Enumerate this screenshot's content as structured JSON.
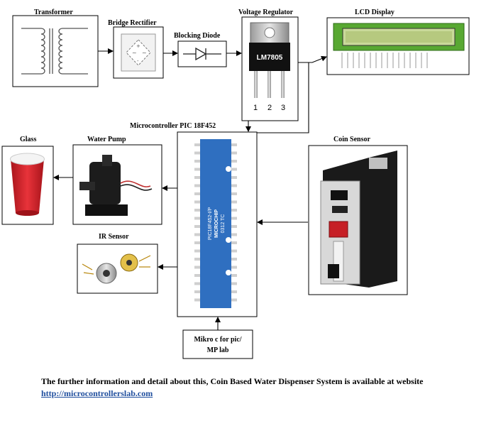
{
  "blocks": {
    "transformer": "Transformer",
    "bridge_rectifier": "Bridge Rectifier",
    "blocking_diode": "Blocking Diode",
    "voltage_regulator": "Voltage Regulator",
    "regulator_part": "LM7805",
    "regulator_pins": [
      "1",
      "2",
      "3"
    ],
    "lcd_display": "LCD Display",
    "microcontroller": "Microcontroller PIC 18F452",
    "chip_marking_1": "PIC18F452-I/P",
    "chip_marking_2": "MICROCHIP",
    "chip_marking_3": "0312 TC",
    "glass": "Glass",
    "water_pump": "Water Pump",
    "coin_sensor": "Coin Sensor",
    "ir_sensor": "IR Sensor",
    "software_line1": "Mikro c for pic/",
    "software_line2": "MP lab"
  },
  "caption": {
    "text": "The further information and detail about this, Coin Based Water Dispenser System is available at website",
    "link": "http://microcontrollerslab.com"
  },
  "colors": {
    "arrow": "#000000",
    "lcd_green": "#58a832",
    "chip_blue": "#2f6fc0",
    "cup_red": "#d9242b",
    "link_blue": "#1f4e9e"
  }
}
